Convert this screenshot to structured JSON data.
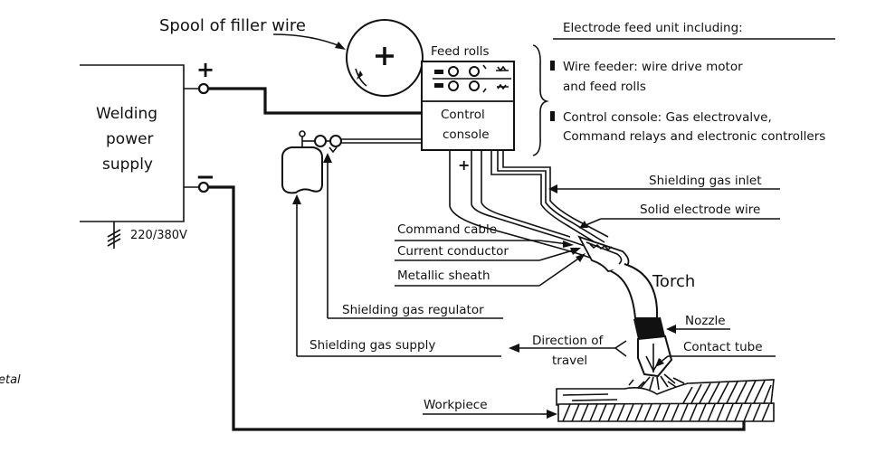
{
  "labels": {
    "spool": "Spool of filler wire",
    "feed_rolls": "Feed rolls",
    "control_console_1": "Control",
    "control_console_2": "console",
    "power_supply_1": "Welding",
    "power_supply_2": "power",
    "power_supply_3": "supply",
    "voltage": "220/380V",
    "plus": "+",
    "minus": "−",
    "plus_small": "+",
    "electrode_feed_unit": "Electrode feed unit including:",
    "wire_feeder_1": "Wire feeder: wire drive motor",
    "wire_feeder_2": "and feed rolls",
    "control_desc_1": "Control console: Gas electrovalve,",
    "control_desc_2": "Command relays and electronic controllers",
    "shielding_gas_inlet": "Shielding gas inlet",
    "solid_electrode_wire": "Solid electrode wire",
    "command_cable": "Command cable",
    "current_conductor": "Current conductor",
    "metallic_sheath": "Metallic sheath",
    "torch": "Torch",
    "nozzle": "Nozzle",
    "contact_tube": "Contact tube",
    "direction_1": "Direction of",
    "direction_2": "travel",
    "shielding_gas_regulator": "Shielding gas regulator",
    "shielding_gas_supply": "Shielding gas supply",
    "workpiece": "Workpiece",
    "cut_off_text": "etal"
  },
  "icons": [
    "spool-icon",
    "gas-cylinder-icon",
    "feed-rolls-icon",
    "torch-icon",
    "workpiece-icon"
  ]
}
